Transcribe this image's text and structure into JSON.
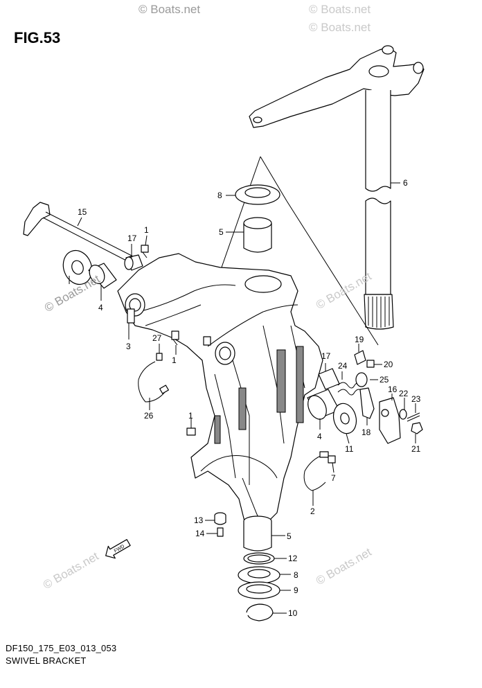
{
  "figure": {
    "title": "FIG.53"
  },
  "footer": {
    "code": "DF150_175_E03_013_053",
    "caption": "SWIVEL BRACKET"
  },
  "watermarks": [
    "© Boats.net",
    "© Boats.net",
    "© Boats.net",
    "© Boats.net",
    "© Boats.net",
    "© Boats.net",
    "© Boats.net"
  ],
  "arrow_label": "FWD",
  "callouts": [
    "1",
    "1",
    "1",
    "2",
    "3",
    "4",
    "4",
    "5",
    "5",
    "6",
    "7",
    "8",
    "8",
    "9",
    "10",
    "11",
    "12",
    "13",
    "14",
    "15",
    "16",
    "17",
    "17",
    "18",
    "19",
    "20",
    "21",
    "22",
    "23",
    "24",
    "25",
    "26",
    "27"
  ]
}
